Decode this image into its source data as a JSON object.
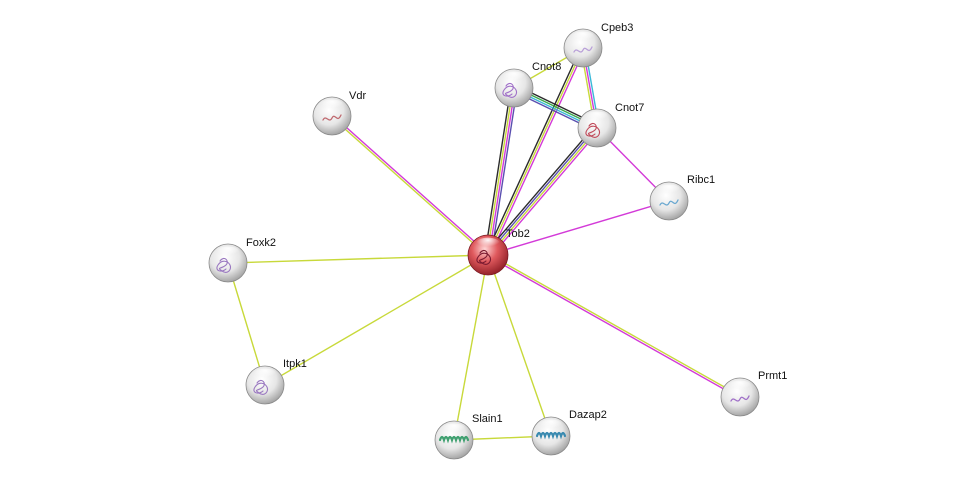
{
  "nodes": [
    {
      "id": "tob2",
      "label": "Tob2",
      "query": true,
      "glyph": "knot",
      "glyph_color": "#7a1a30"
    },
    {
      "id": "cpeb3",
      "label": "Cpeb3",
      "query": false,
      "glyph": "strand",
      "glyph_color": "#b9a0d8"
    },
    {
      "id": "cnot8",
      "label": "Cnot8",
      "query": false,
      "glyph": "knot",
      "glyph_color": "#a070c8"
    },
    {
      "id": "cnot7",
      "label": "Cnot7",
      "query": false,
      "glyph": "knot",
      "glyph_color": "#c04a5a"
    },
    {
      "id": "vdr",
      "label": "Vdr",
      "query": false,
      "glyph": "strand",
      "glyph_color": "#c06a70"
    },
    {
      "id": "ribc1",
      "label": "Ribc1",
      "query": false,
      "glyph": "strand",
      "glyph_color": "#6aa8d0"
    },
    {
      "id": "foxk2",
      "label": "Foxk2",
      "query": false,
      "glyph": "knot",
      "glyph_color": "#9a78c0"
    },
    {
      "id": "itpk1",
      "label": "Itpk1",
      "query": false,
      "glyph": "knot",
      "glyph_color": "#9a78c0"
    },
    {
      "id": "slain1",
      "label": "Slain1",
      "query": false,
      "glyph": "helix",
      "glyph_color": "#40a070"
    },
    {
      "id": "dazap2",
      "label": "Dazap2",
      "query": false,
      "glyph": "helix",
      "glyph_color": "#3a8ab0"
    },
    {
      "id": "prmt1",
      "label": "Prmt1",
      "query": false,
      "glyph": "strand",
      "glyph_color": "#a070c8"
    }
  ],
  "edges": [
    {
      "from": "tob2",
      "to": "cnot8",
      "types": [
        "black",
        "yellow",
        "magenta",
        "purple"
      ]
    },
    {
      "from": "tob2",
      "to": "cpeb3",
      "types": [
        "black",
        "yellow",
        "magenta"
      ]
    },
    {
      "from": "tob2",
      "to": "cnot7",
      "types": [
        "black",
        "purple",
        "yellow",
        "magenta"
      ]
    },
    {
      "from": "cnot8",
      "to": "cnot7",
      "types": [
        "black",
        "green",
        "cyan",
        "purple"
      ]
    },
    {
      "from": "cnot8",
      "to": "cpeb3",
      "types": [
        "yellow"
      ]
    },
    {
      "from": "cpeb3",
      "to": "cnot7",
      "types": [
        "cyan",
        "magenta",
        "yellow"
      ]
    },
    {
      "from": "cnot7",
      "to": "ribc1",
      "types": [
        "magenta"
      ]
    },
    {
      "from": "tob2",
      "to": "vdr",
      "types": [
        "yellow",
        "magenta"
      ]
    },
    {
      "from": "tob2",
      "to": "ribc1",
      "types": [
        "magenta"
      ]
    },
    {
      "from": "tob2",
      "to": "foxk2",
      "types": [
        "yellow"
      ]
    },
    {
      "from": "tob2",
      "to": "itpk1",
      "types": [
        "yellow"
      ]
    },
    {
      "from": "foxk2",
      "to": "itpk1",
      "types": [
        "yellow"
      ]
    },
    {
      "from": "tob2",
      "to": "slain1",
      "types": [
        "yellow"
      ]
    },
    {
      "from": "tob2",
      "to": "dazap2",
      "types": [
        "yellow"
      ]
    },
    {
      "from": "slain1",
      "to": "dazap2",
      "types": [
        "yellow"
      ]
    },
    {
      "from": "tob2",
      "to": "prmt1",
      "types": [
        "yellow",
        "magenta"
      ]
    }
  ],
  "edge_colors": {
    "black": "#2b2b2b",
    "yellow": "#c8d93a",
    "magenta": "#d33ad8",
    "purple": "#5a4fb0",
    "cyan": "#3ab8d8",
    "green": "#3aa84a"
  },
  "node_colors": {
    "query_fill": "#d84a50",
    "default_fill": "#e6e6e6"
  }
}
